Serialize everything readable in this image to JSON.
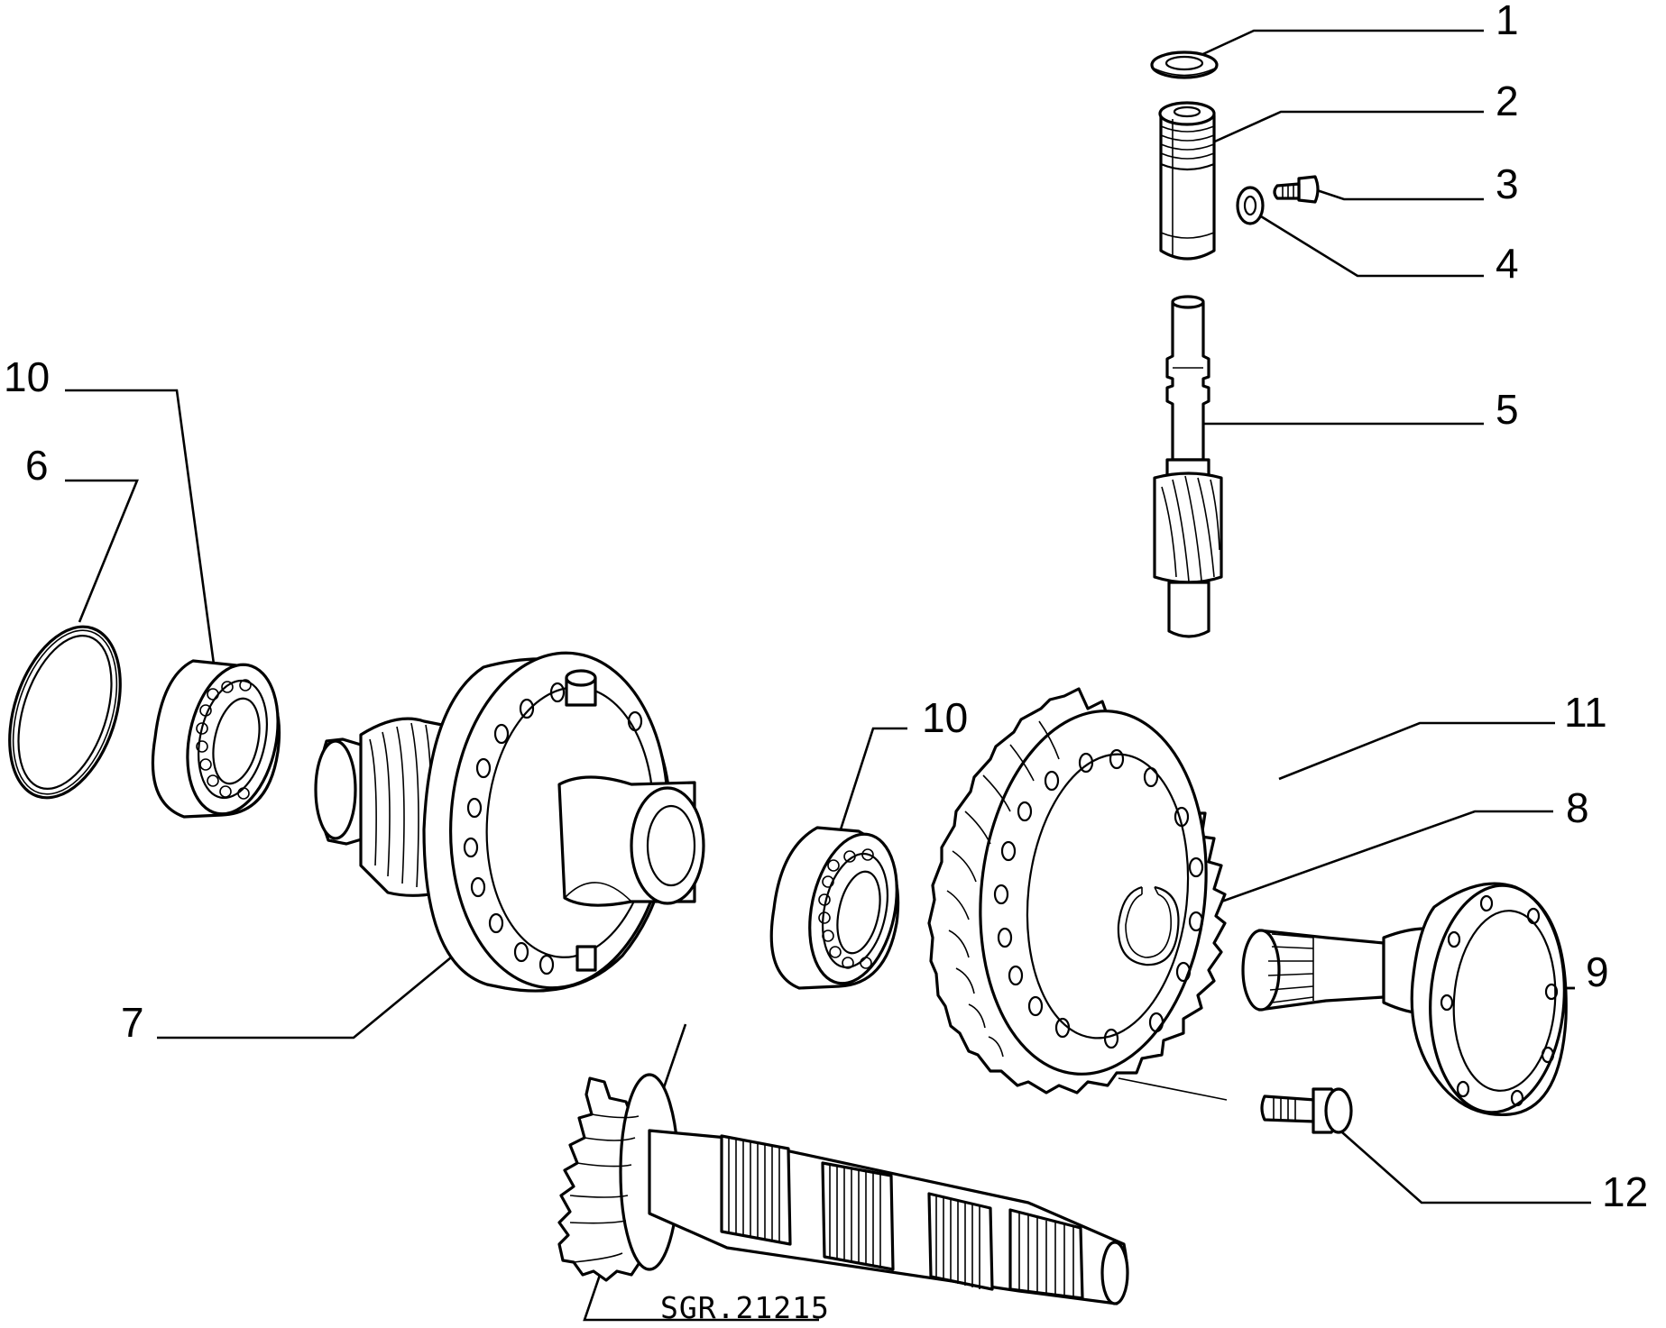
{
  "callouts": [
    {
      "label": "1"
    },
    {
      "label": "2"
    },
    {
      "label": "3"
    },
    {
      "label": "4"
    },
    {
      "label": "5"
    },
    {
      "label": "10"
    },
    {
      "label": "6"
    },
    {
      "label": "10"
    },
    {
      "label": "11"
    },
    {
      "label": "8"
    },
    {
      "label": "9"
    },
    {
      "label": "7"
    },
    {
      "label": "12"
    }
  ],
  "drawing_code": "SGR.21215"
}
